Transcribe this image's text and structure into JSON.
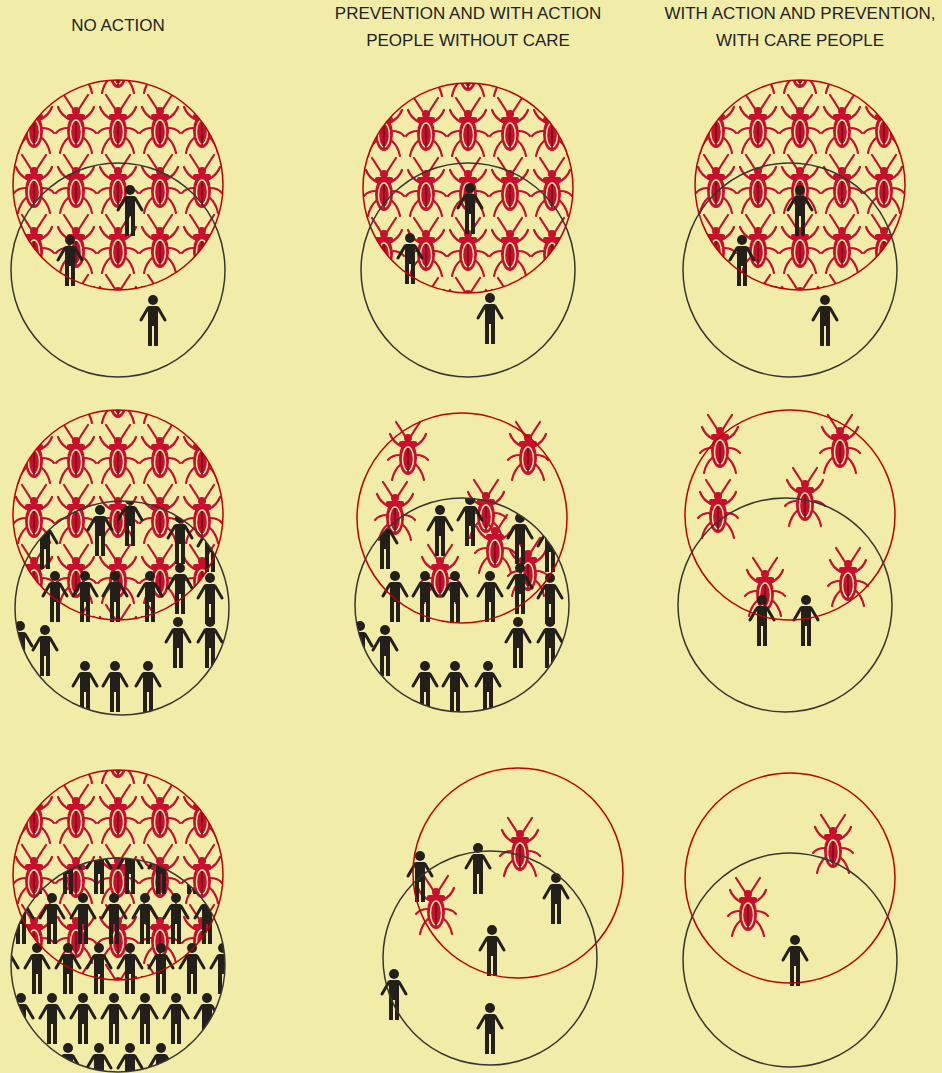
{
  "diagram": {
    "labels": [
      "NO ACTION",
      "PREVENTION AND WITH ACTION PEOPLE WITHOUT CARE",
      "WITH ACTION AND PREVENTION, WITH CARE PEOPLE"
    ]
  }
}
